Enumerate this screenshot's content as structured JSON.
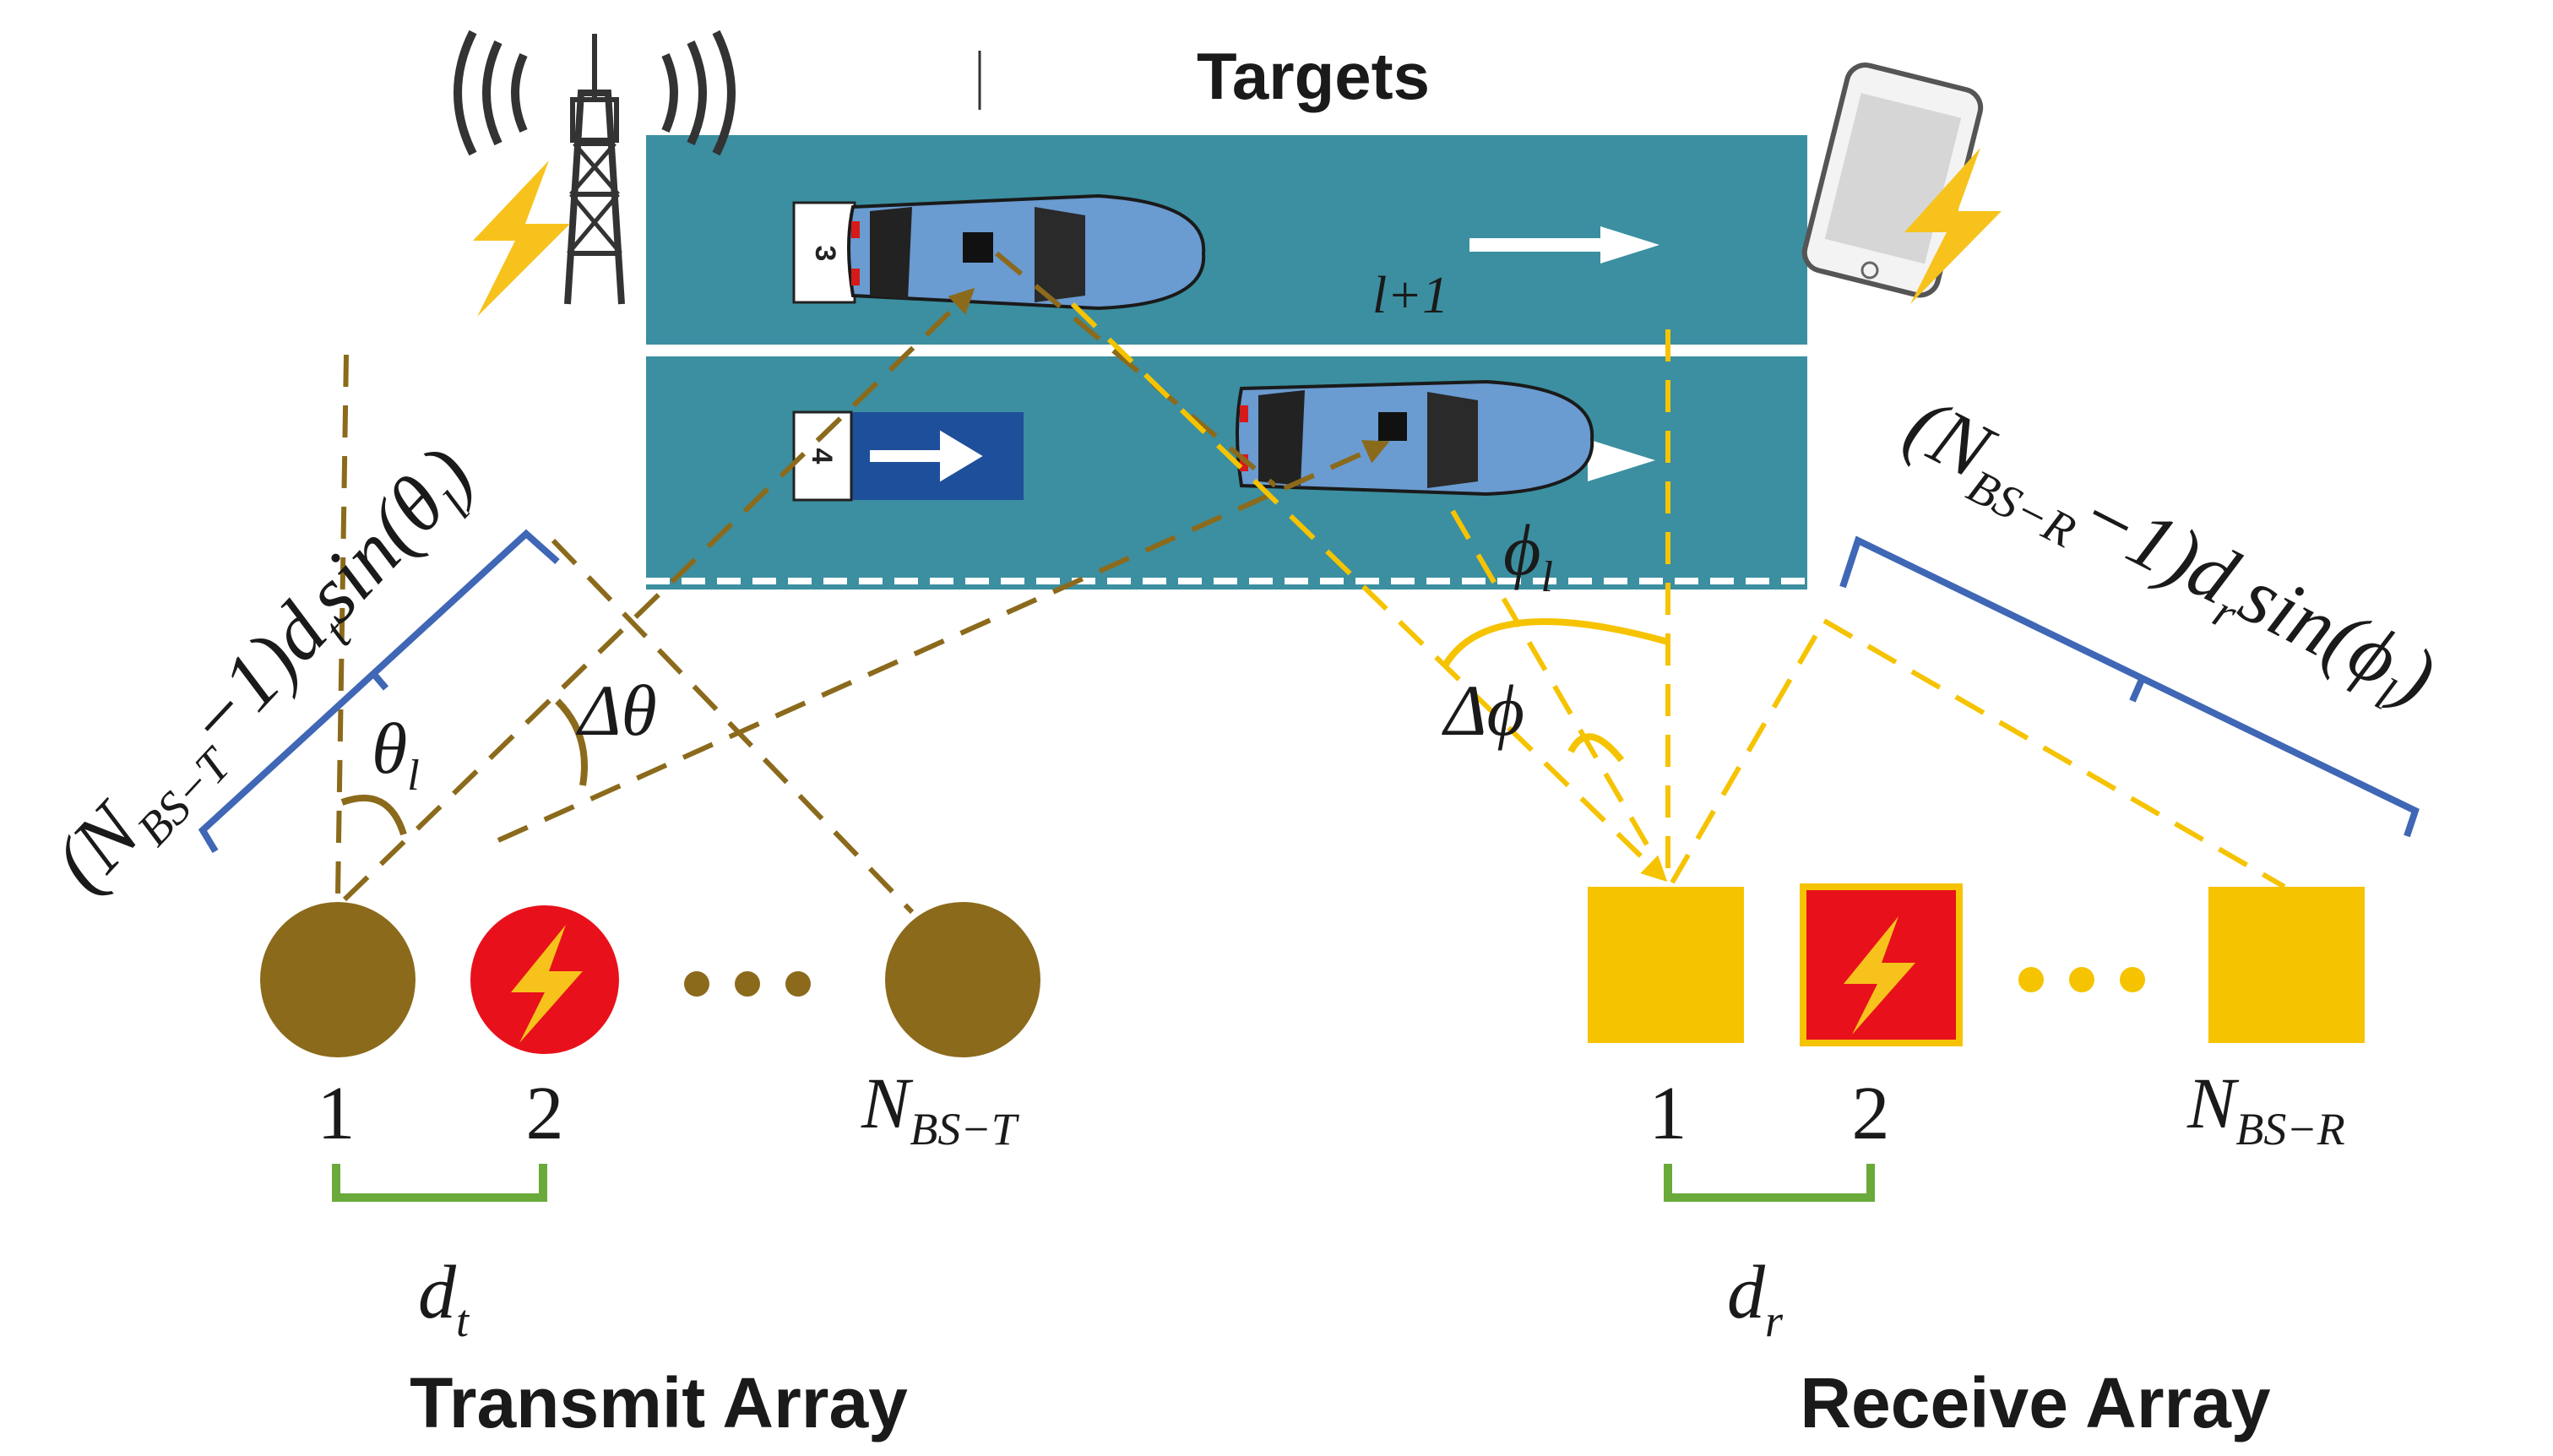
{
  "title": "Targets",
  "target_label": "l+1",
  "transmit": {
    "caption": "Transmit Array",
    "element_labels": [
      "1",
      "2",
      "N",
      "BS−T"
    ],
    "spacing": "d",
    "spacing_sub": "t",
    "aperture": {
      "prefix": "(N",
      "sub": "BS−T",
      "mid": "−1)d",
      "sub2": "t",
      "fn": "sin(θ",
      "fn_sub": "l",
      "close": ")"
    },
    "angle": "θ",
    "angle_sub": "l",
    "delta": "Δθ"
  },
  "receive": {
    "caption": "Receive Array",
    "element_labels": [
      "1",
      "2",
      "N",
      "BS−R"
    ],
    "spacing": "d",
    "spacing_sub": "r",
    "aperture": {
      "prefix": "(N",
      "sub": "BS−R",
      "mid": "−1)d",
      "sub2": "r",
      "fn": "sin(ϕ",
      "fn_sub": "l",
      "close": ")"
    },
    "angle": "ϕ",
    "angle_sub": "l",
    "delta": "Δϕ"
  },
  "road": {
    "lane_numbers": [
      "3",
      "4"
    ]
  },
  "icons": [
    "base-station-tower-icon",
    "smartphone-icon",
    "lightning-bolt-icon",
    "car-icon",
    "arrow-right-icon"
  ],
  "colors": {
    "transmit": "#8b6a1c",
    "receive": "#f6c300",
    "bracket": "#3f67b5",
    "spacing": "#6aaa3a",
    "road": "#3b8fa0",
    "car": "#6a9bd1",
    "bolt": "#f7c21c",
    "red": "#e8111b"
  }
}
